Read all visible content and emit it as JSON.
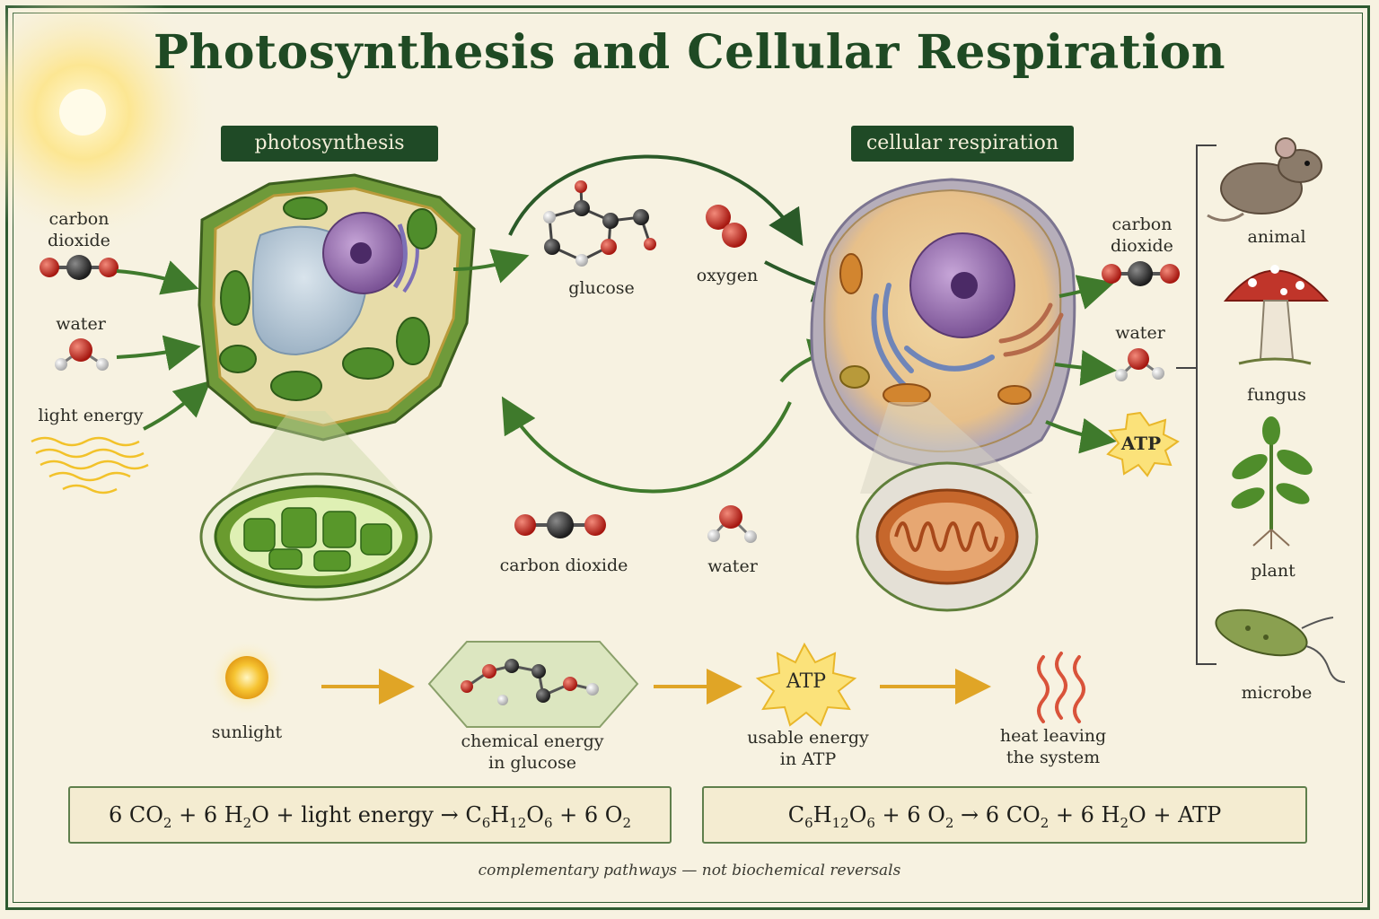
{
  "title": "Photosynthesis and Cellular Respiration",
  "banners": {
    "photosynthesis": "photosynthesis",
    "respiration": "cellular respiration"
  },
  "inputs_left": {
    "co2_line1": "carbon",
    "co2_line2": "dioxide",
    "water": "water",
    "light": "light energy"
  },
  "middle_top": {
    "glucose": "glucose",
    "oxygen": "oxygen"
  },
  "middle_bottom": {
    "co2": "carbon dioxide",
    "water": "water"
  },
  "outputs_right": {
    "co2_line1": "carbon",
    "co2_line2": "dioxide",
    "water": "water",
    "atp": "ATP"
  },
  "organisms": [
    "animal",
    "fungus",
    "plant",
    "microbe"
  ],
  "energy_flow": {
    "sunlight": "sunlight",
    "glucose_line1": "chemical energy",
    "glucose_line2": "in glucose",
    "atp_badge": "ATP",
    "atp_line1": "usable energy",
    "atp_line2": "in ATP",
    "heat_line1": "heat leaving",
    "heat_line2": "the system"
  },
  "equations": {
    "photosynthesis": {
      "t1": "6 CO",
      "s1": "2",
      "t2": " + 6 H",
      "s2": "2",
      "t3": "O + light energy → C",
      "s3": "6",
      "t4": "H",
      "s4": "12",
      "t5": "O",
      "s5": "6",
      "t6": " + 6 O",
      "s6": "2"
    },
    "respiration": {
      "t1": "C",
      "s1": "6",
      "t2": "H",
      "s2": "12",
      "t3": "O",
      "s3": "6",
      "t4": " + 6 O",
      "s4": "2",
      "t5": " → 6 CO",
      "s5": "2",
      "t6": " + 6 H",
      "s6": "2",
      "t7": "O + ATP"
    }
  },
  "note": "complementary pathways — not biochemical reversals",
  "colors": {
    "frame": "#2e5a30",
    "banner": "#1f4a26",
    "arrow_green": "#3f7a2c",
    "arrow_gold": "#e0a526",
    "oxygen_atom": "#c8261f",
    "carbon_atom": "#3a3a3a"
  }
}
